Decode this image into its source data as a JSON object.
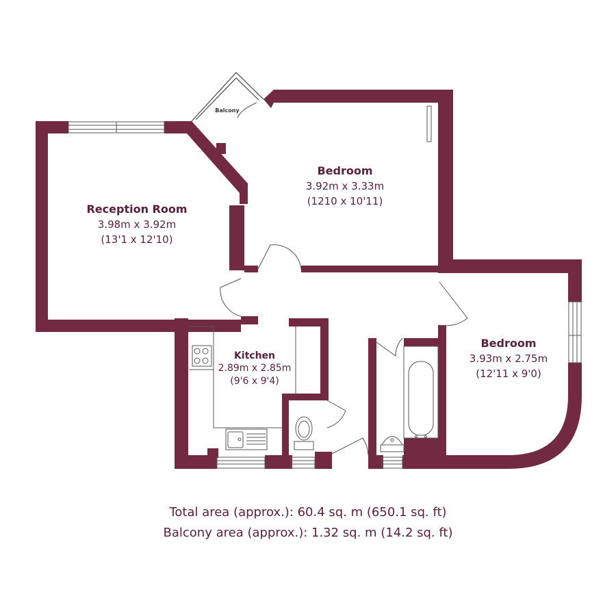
{
  "rooms": {
    "reception": {
      "name": "Reception Room",
      "metric": "3.98m x 3.92m",
      "imperial": "(13'1 x 12'10)"
    },
    "bedroom1": {
      "name": "Bedroom",
      "metric": "3.92m x 3.33m",
      "imperial": "(1210 x 10'11)"
    },
    "bedroom2": {
      "name": "Bedroom",
      "metric": "3.93m x 2.75m",
      "imperial": "(12'11 x 9'0)"
    },
    "kitchen": {
      "name": "Kitchen",
      "metric": "2.89m x 2.85m",
      "imperial": "(9'6 x 9'4)"
    },
    "balcony": {
      "name": "Balcony"
    }
  },
  "areas": {
    "total": "Total area (approx.): 60.4 sq. m (650.1 sq. ft)",
    "balcony": "Balcony area (approx.): 1.32 sq. m (14.2 sq. ft)"
  },
  "colors": {
    "wall": "#722a43",
    "text": "#5a1f3a"
  }
}
